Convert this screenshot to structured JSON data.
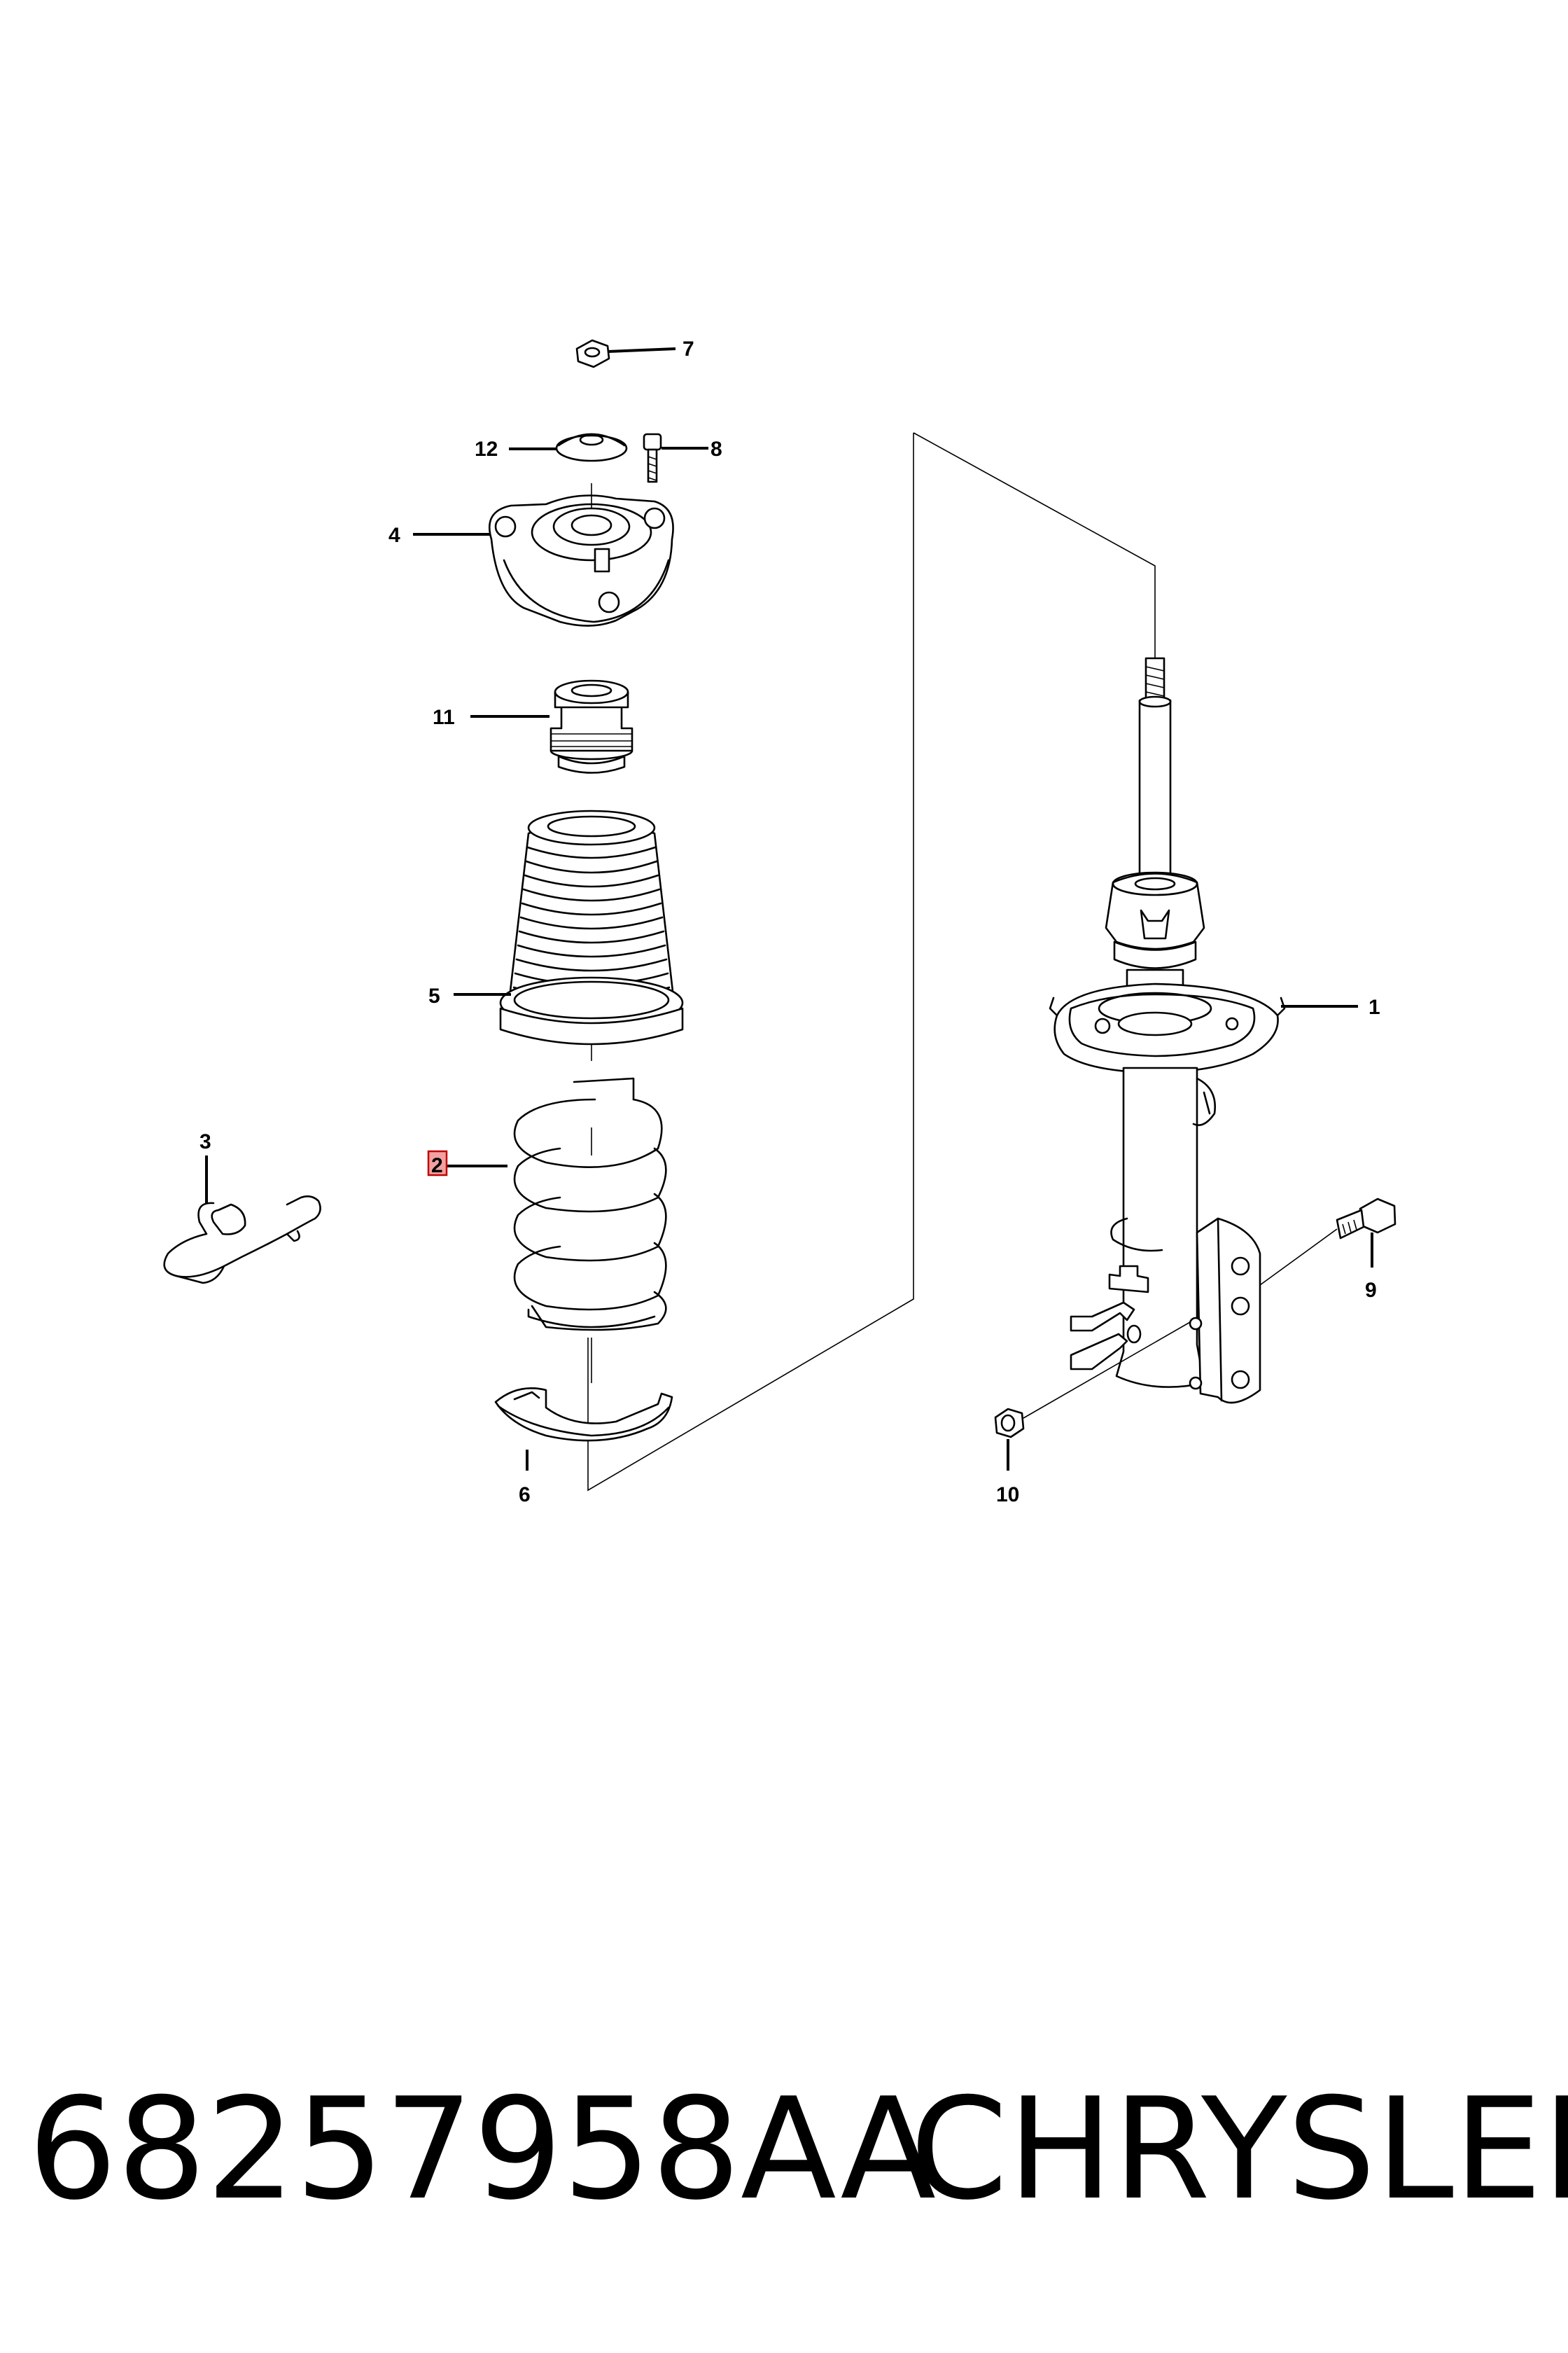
{
  "callouts": [
    {
      "id": "1",
      "label": "1",
      "part": "strut-assembly"
    },
    {
      "id": "2",
      "label": "2",
      "part": "coil-spring",
      "highlighted": true
    },
    {
      "id": "3",
      "label": "3",
      "part": "clip"
    },
    {
      "id": "4",
      "label": "4",
      "part": "upper-mount"
    },
    {
      "id": "5",
      "label": "5",
      "part": "dust-boot"
    },
    {
      "id": "6",
      "label": "6",
      "part": "lower-isolator"
    },
    {
      "id": "7",
      "label": "7",
      "part": "nut"
    },
    {
      "id": "8",
      "label": "8",
      "part": "stud"
    },
    {
      "id": "9",
      "label": "9",
      "part": "bolt"
    },
    {
      "id": "10",
      "label": "10",
      "part": "nut"
    },
    {
      "id": "11",
      "label": "11",
      "part": "jounce-bumper"
    },
    {
      "id": "12",
      "label": "12",
      "part": "washer"
    }
  ],
  "footer": {
    "part_number": "68257958AA",
    "brand": "CHRYSLER"
  },
  "colors": {
    "line": "#000000",
    "highlight_fill": "#f2a0a0",
    "highlight_border": "#c00000",
    "background": "#ffffff"
  }
}
